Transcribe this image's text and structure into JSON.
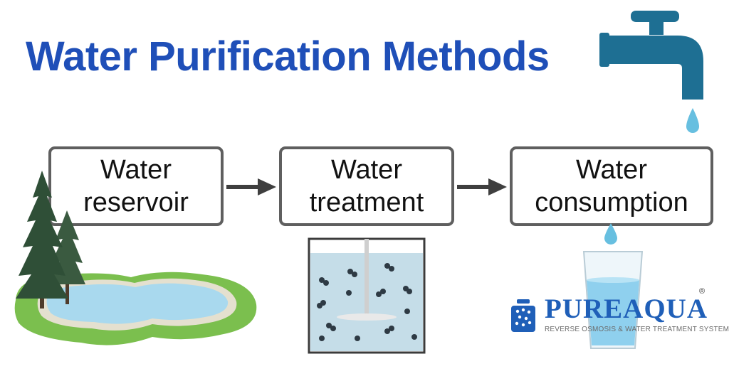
{
  "title": "Water Purification Methods",
  "steps": [
    {
      "line1": "Water",
      "line2": "reservoir"
    },
    {
      "line1": "Water",
      "line2": "treatment"
    },
    {
      "line1": "Water",
      "line2": "consumption"
    }
  ],
  "logo": {
    "name": "PUREAQUA",
    "registered_mark": "®",
    "tagline": "REVERSE OSMOSIS & WATER TREATMENT SYSTEMS"
  },
  "icons": [
    "faucet-icon",
    "water-drop-icon",
    "pine-trees-icon",
    "lake-icon",
    "mixing-tank-icon",
    "water-glass-icon",
    "pureaqua-logo-icon"
  ],
  "colors": {
    "title": "#1f4fb8",
    "box_border": "#5f5f5f",
    "arrow": "#3f3f3f",
    "faucet": "#1e6f93",
    "water": "#a9d9ee",
    "grass": "#7bbf4e",
    "brand": "#1f5fb8"
  }
}
